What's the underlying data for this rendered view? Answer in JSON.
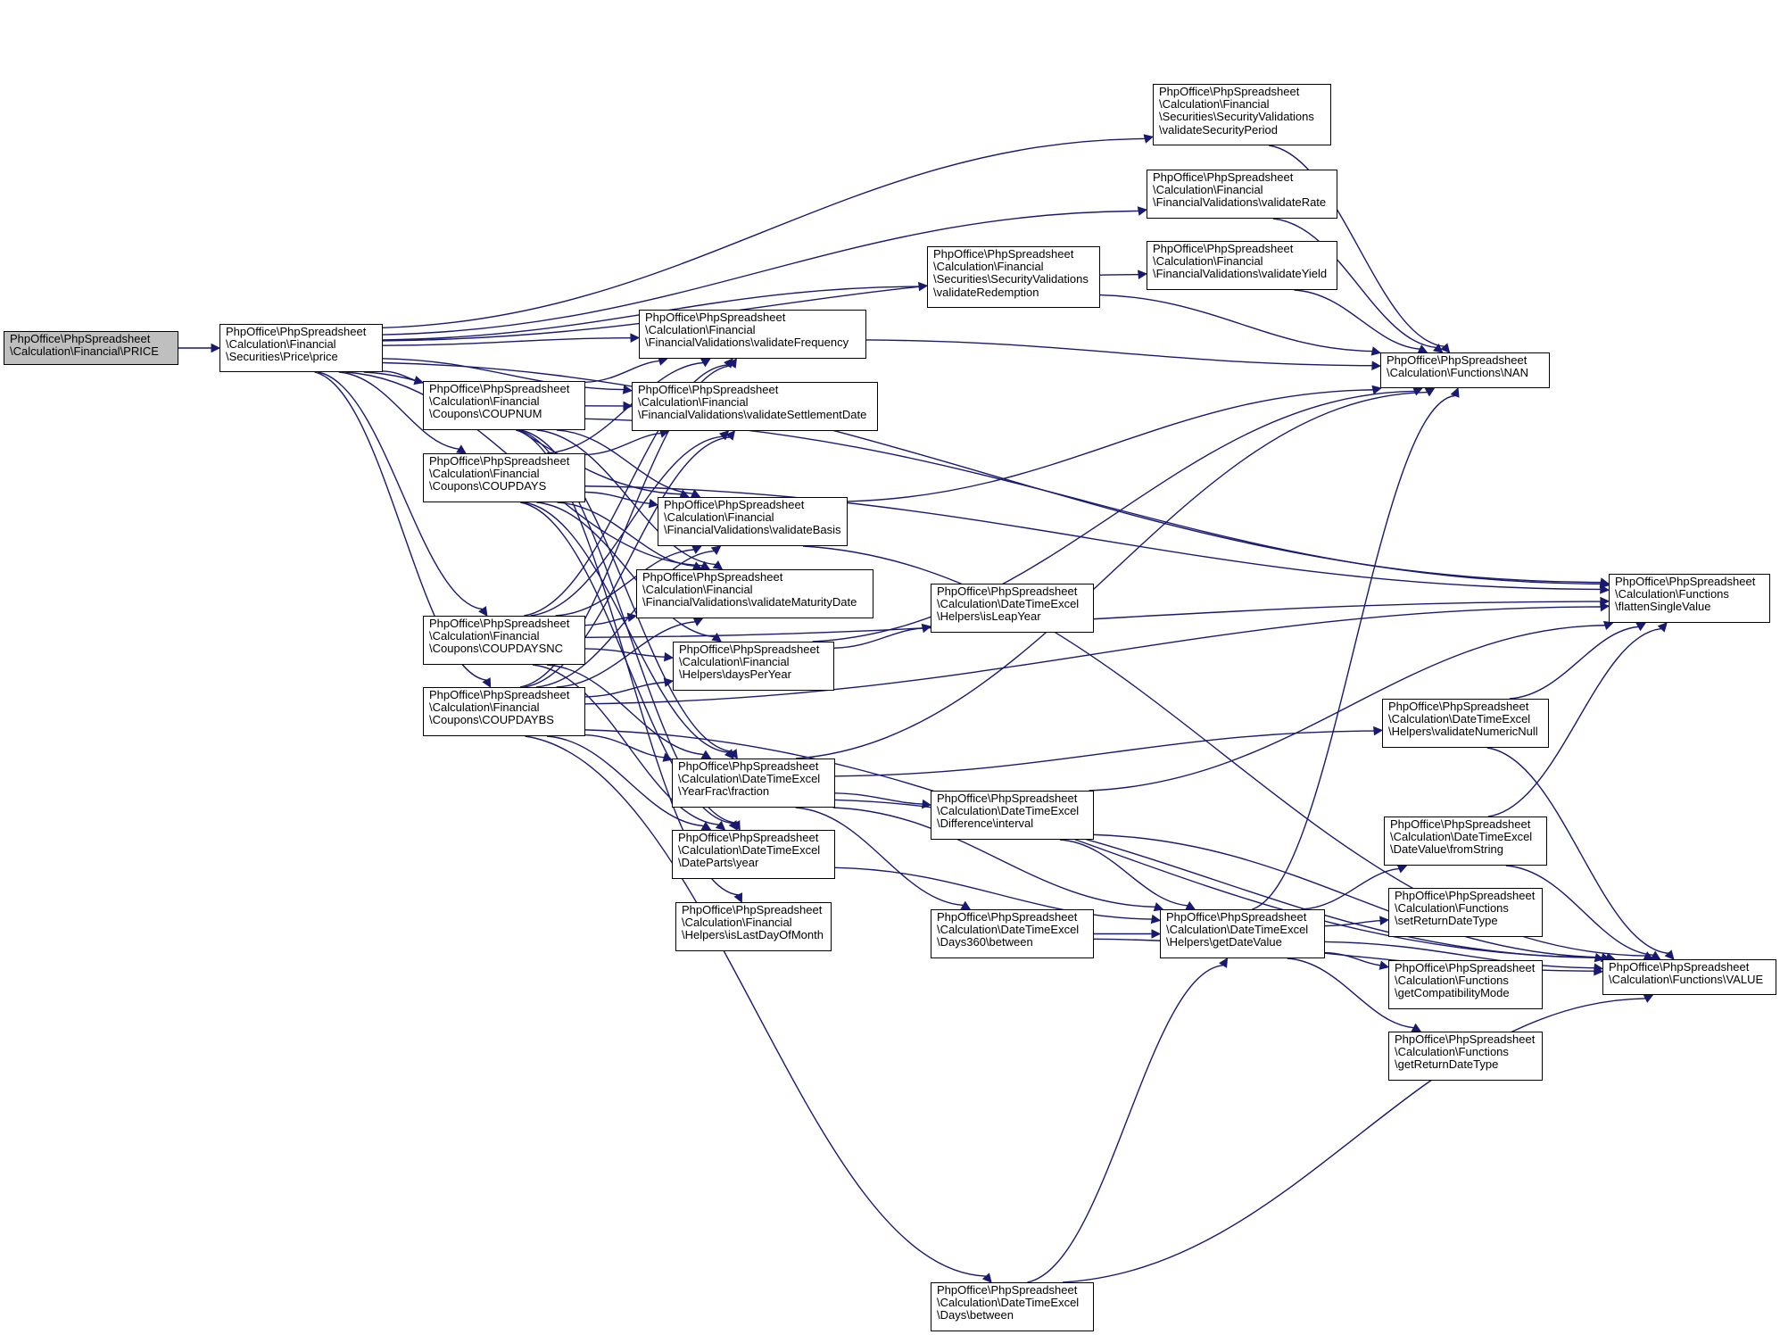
{
  "colors": {
    "edge": "#191970",
    "root_fill": "#bfbfbf",
    "node_fill": "#ffffff",
    "border": "#000000"
  },
  "nodes": {
    "price_root": {
      "lines": [
        "PhpOffice\\PhpSpreadsheet",
        "\\Calculation\\Financial\\PRICE"
      ],
      "root": true
    },
    "price": {
      "lines": [
        "PhpOffice\\PhpSpreadsheet",
        "\\Calculation\\Financial",
        "\\Securities\\Price\\price"
      ]
    },
    "coupnum": {
      "lines": [
        "PhpOffice\\PhpSpreadsheet",
        "\\Calculation\\Financial",
        "\\Coupons\\COUPNUM"
      ]
    },
    "coupdays": {
      "lines": [
        "PhpOffice\\PhpSpreadsheet",
        "\\Calculation\\Financial",
        "\\Coupons\\COUPDAYS"
      ]
    },
    "coupdaysnc": {
      "lines": [
        "PhpOffice\\PhpSpreadsheet",
        "\\Calculation\\Financial",
        "\\Coupons\\COUPDAYSNC"
      ]
    },
    "coupdaybs": {
      "lines": [
        "PhpOffice\\PhpSpreadsheet",
        "\\Calculation\\Financial",
        "\\Coupons\\COUPDAYBS"
      ]
    },
    "validateFrequency": {
      "lines": [
        "PhpOffice\\PhpSpreadsheet",
        "\\Calculation\\Financial",
        "\\FinancialValidations\\validateFrequency"
      ]
    },
    "validateSettlementDate": {
      "lines": [
        "PhpOffice\\PhpSpreadsheet",
        "\\Calculation\\Financial",
        "\\FinancialValidations\\validateSettlementDate"
      ]
    },
    "validateBasis": {
      "lines": [
        "PhpOffice\\PhpSpreadsheet",
        "\\Calculation\\Financial",
        "\\FinancialValidations\\validateBasis"
      ]
    },
    "validateMaturityDate": {
      "lines": [
        "PhpOffice\\PhpSpreadsheet",
        "\\Calculation\\Financial",
        "\\FinancialValidations\\validateMaturityDate"
      ]
    },
    "daysPerYear": {
      "lines": [
        "PhpOffice\\PhpSpreadsheet",
        "\\Calculation\\Financial",
        "\\Helpers\\daysPerYear"
      ]
    },
    "fraction": {
      "lines": [
        "PhpOffice\\PhpSpreadsheet",
        "\\Calculation\\DateTimeExcel",
        "\\YearFrac\\fraction"
      ]
    },
    "year": {
      "lines": [
        "PhpOffice\\PhpSpreadsheet",
        "\\Calculation\\DateTimeExcel",
        "\\DateParts\\year"
      ]
    },
    "isLastDayOfMonth": {
      "lines": [
        "PhpOffice\\PhpSpreadsheet",
        "\\Calculation\\Financial",
        "\\Helpers\\isLastDayOfMonth"
      ]
    },
    "validateRedemption": {
      "lines": [
        "PhpOffice\\PhpSpreadsheet",
        "\\Calculation\\Financial",
        "\\Securities\\SecurityValidations",
        "\\validateRedemption"
      ]
    },
    "isLeapYear": {
      "lines": [
        "PhpOffice\\PhpSpreadsheet",
        "\\Calculation\\DateTimeExcel",
        "\\Helpers\\isLeapYear"
      ]
    },
    "interval": {
      "lines": [
        "PhpOffice\\PhpSpreadsheet",
        "\\Calculation\\DateTimeExcel",
        "\\Difference\\interval"
      ]
    },
    "days360between": {
      "lines": [
        "PhpOffice\\PhpSpreadsheet",
        "\\Calculation\\DateTimeExcel",
        "\\Days360\\between"
      ]
    },
    "daysbetween": {
      "lines": [
        "PhpOffice\\PhpSpreadsheet",
        "\\Calculation\\DateTimeExcel",
        "\\Days\\between"
      ]
    },
    "validateSecurityPeriod": {
      "lines": [
        "PhpOffice\\PhpSpreadsheet",
        "\\Calculation\\Financial",
        "\\Securities\\SecurityValidations",
        "\\validateSecurityPeriod"
      ]
    },
    "validateRate": {
      "lines": [
        "PhpOffice\\PhpSpreadsheet",
        "\\Calculation\\Financial",
        "\\FinancialValidations\\validateRate"
      ]
    },
    "validateYield": {
      "lines": [
        "PhpOffice\\PhpSpreadsheet",
        "\\Calculation\\Financial",
        "\\FinancialValidations\\validateYield"
      ]
    },
    "getDateValue": {
      "lines": [
        "PhpOffice\\PhpSpreadsheet",
        "\\Calculation\\DateTimeExcel",
        "\\Helpers\\getDateValue"
      ]
    },
    "nan": {
      "lines": [
        "PhpOffice\\PhpSpreadsheet",
        "\\Calculation\\Functions\\NAN"
      ]
    },
    "validateNumericNull": {
      "lines": [
        "PhpOffice\\PhpSpreadsheet",
        "\\Calculation\\DateTimeExcel",
        "\\Helpers\\validateNumericNull"
      ]
    },
    "fromString": {
      "lines": [
        "PhpOffice\\PhpSpreadsheet",
        "\\Calculation\\DateTimeExcel",
        "\\DateValue\\fromString"
      ]
    },
    "setReturnDateType": {
      "lines": [
        "PhpOffice\\PhpSpreadsheet",
        "\\Calculation\\Functions",
        "\\setReturnDateType"
      ]
    },
    "getCompatibilityMode": {
      "lines": [
        "PhpOffice\\PhpSpreadsheet",
        "\\Calculation\\Functions",
        "\\getCompatibilityMode"
      ]
    },
    "getReturnDateType": {
      "lines": [
        "PhpOffice\\PhpSpreadsheet",
        "\\Calculation\\Functions",
        "\\getReturnDateType"
      ]
    },
    "flattenSingleValue": {
      "lines": [
        "PhpOffice\\PhpSpreadsheet",
        "\\Calculation\\Functions",
        "\\flattenSingleValue"
      ]
    },
    "value": {
      "lines": [
        "PhpOffice\\PhpSpreadsheet",
        "\\Calculation\\Functions\\VALUE"
      ]
    }
  },
  "edges": [
    [
      "price_root",
      "price"
    ],
    [
      "price",
      "flattenSingleValue"
    ],
    [
      "price",
      "validateSecurityPeriod"
    ],
    [
      "price",
      "validateRate"
    ],
    [
      "price",
      "validateYield"
    ],
    [
      "price",
      "validateRedemption"
    ],
    [
      "price",
      "validateFrequency"
    ],
    [
      "price",
      "validateSettlementDate"
    ],
    [
      "price",
      "validateBasis"
    ],
    [
      "price",
      "validateMaturityDate"
    ],
    [
      "price",
      "coupnum"
    ],
    [
      "price",
      "coupdays"
    ],
    [
      "price",
      "coupdaysnc"
    ],
    [
      "price",
      "coupdaybs"
    ],
    [
      "coupnum",
      "flattenSingleValue"
    ],
    [
      "coupnum",
      "validateFrequency"
    ],
    [
      "coupnum",
      "validateSettlementDate"
    ],
    [
      "coupnum",
      "validateBasis"
    ],
    [
      "coupnum",
      "validateMaturityDate"
    ],
    [
      "coupnum",
      "fraction"
    ],
    [
      "coupnum",
      "year"
    ],
    [
      "coupnum",
      "isLastDayOfMonth"
    ],
    [
      "coupdays",
      "flattenSingleValue"
    ],
    [
      "coupdays",
      "validateFrequency"
    ],
    [
      "coupdays",
      "validateSettlementDate"
    ],
    [
      "coupdays",
      "validateBasis"
    ],
    [
      "coupdays",
      "validateMaturityDate"
    ],
    [
      "coupdays",
      "daysPerYear"
    ],
    [
      "coupdays",
      "fraction"
    ],
    [
      "coupdays",
      "year"
    ],
    [
      "coupdaysnc",
      "flattenSingleValue"
    ],
    [
      "coupdaysnc",
      "validateFrequency"
    ],
    [
      "coupdaysnc",
      "validateSettlementDate"
    ],
    [
      "coupdaysnc",
      "validateBasis"
    ],
    [
      "coupdaysnc",
      "validateMaturityDate"
    ],
    [
      "coupdaysnc",
      "daysPerYear"
    ],
    [
      "coupdaysnc",
      "fraction"
    ],
    [
      "coupdaysnc",
      "year"
    ],
    [
      "coupdaybs",
      "flattenSingleValue"
    ],
    [
      "coupdaybs",
      "validateFrequency"
    ],
    [
      "coupdaybs",
      "validateSettlementDate"
    ],
    [
      "coupdaybs",
      "validateBasis"
    ],
    [
      "coupdaybs",
      "validateMaturityDate"
    ],
    [
      "coupdaybs",
      "daysPerYear"
    ],
    [
      "coupdaybs",
      "fraction"
    ],
    [
      "coupdaybs",
      "year"
    ],
    [
      "coupdaybs",
      "value"
    ],
    [
      "coupdaybs",
      "daysbetween"
    ],
    [
      "validateFrequency",
      "nan"
    ],
    [
      "validateBasis",
      "nan"
    ],
    [
      "validateBasis",
      "value"
    ],
    [
      "validateRedemption",
      "nan"
    ],
    [
      "validateSecurityPeriod",
      "nan"
    ],
    [
      "validateRate",
      "nan"
    ],
    [
      "validateYield",
      "nan"
    ],
    [
      "daysPerYear",
      "nan"
    ],
    [
      "daysPerYear",
      "isLeapYear"
    ],
    [
      "fraction",
      "nan"
    ],
    [
      "fraction",
      "validateNumericNull"
    ],
    [
      "fraction",
      "value"
    ],
    [
      "fraction",
      "interval"
    ],
    [
      "fraction",
      "days360between"
    ],
    [
      "fraction",
      "getDateValue"
    ],
    [
      "year",
      "getDateValue"
    ],
    [
      "interval",
      "flattenSingleValue"
    ],
    [
      "interval",
      "value"
    ],
    [
      "interval",
      "getDateValue"
    ],
    [
      "days360between",
      "getDateValue"
    ],
    [
      "days360between",
      "value"
    ],
    [
      "daysbetween",
      "getDateValue"
    ],
    [
      "daysbetween",
      "value"
    ],
    [
      "getDateValue",
      "nan"
    ],
    [
      "getDateValue",
      "fromString"
    ],
    [
      "getDateValue",
      "setReturnDateType"
    ],
    [
      "getDateValue",
      "getCompatibilityMode"
    ],
    [
      "getDateValue",
      "getReturnDateType"
    ],
    [
      "getDateValue",
      "value"
    ],
    [
      "validateNumericNull",
      "flattenSingleValue"
    ],
    [
      "validateNumericNull",
      "value"
    ],
    [
      "fromString",
      "flattenSingleValue"
    ],
    [
      "fromString",
      "value"
    ]
  ]
}
